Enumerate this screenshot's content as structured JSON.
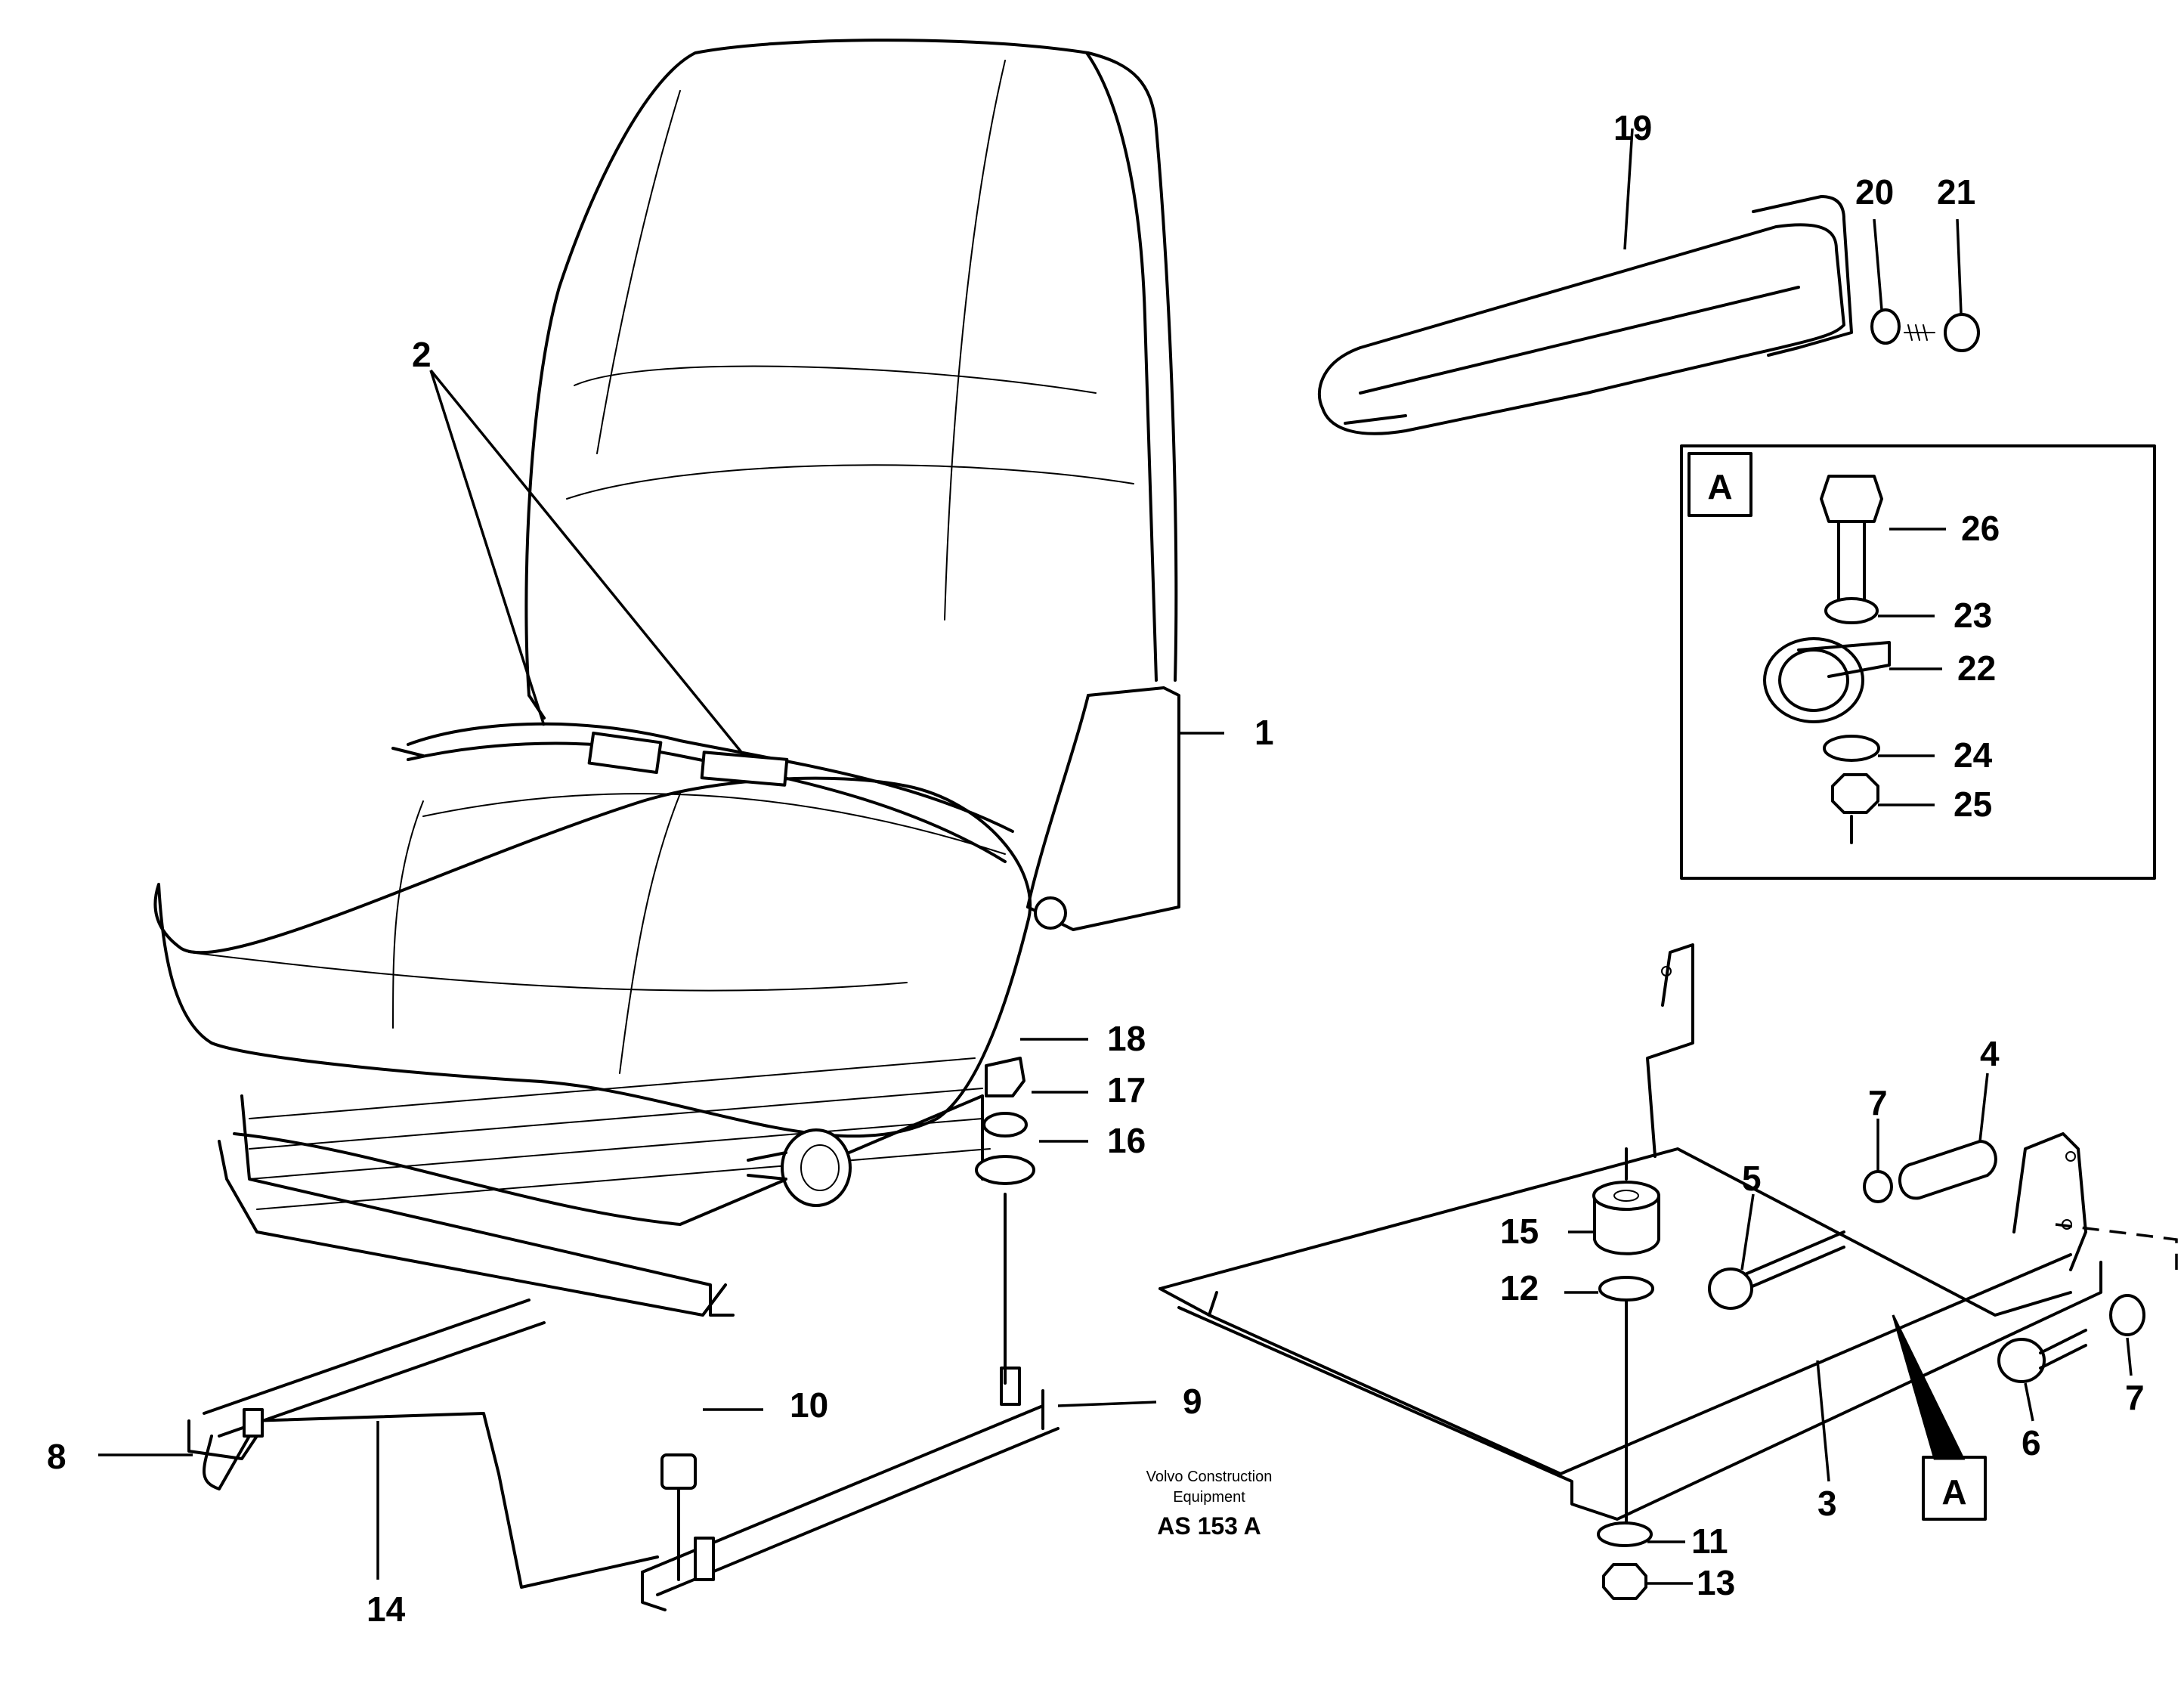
{
  "diagram": {
    "part_numbers": {
      "p1": "1",
      "p2": "2",
      "p3": "3",
      "p4": "4",
      "p5": "5",
      "p6": "6",
      "p7a": "7",
      "p7b": "7",
      "p8": "8",
      "p9": "9",
      "p10": "10",
      "p11": "11",
      "p12": "12",
      "p13": "13",
      "p14": "14",
      "p15": "15",
      "p16": "16",
      "p17": "17",
      "p18": "18",
      "p19": "19",
      "p20": "20",
      "p21": "21",
      "p22": "22",
      "p23": "23",
      "p24": "24",
      "p25": "25",
      "p26": "26"
    },
    "detail_marker": "A",
    "detail_box_label": "A",
    "credit": {
      "line1": "Volvo Construction",
      "line2": "Equipment",
      "code": "AS 153 A"
    }
  }
}
